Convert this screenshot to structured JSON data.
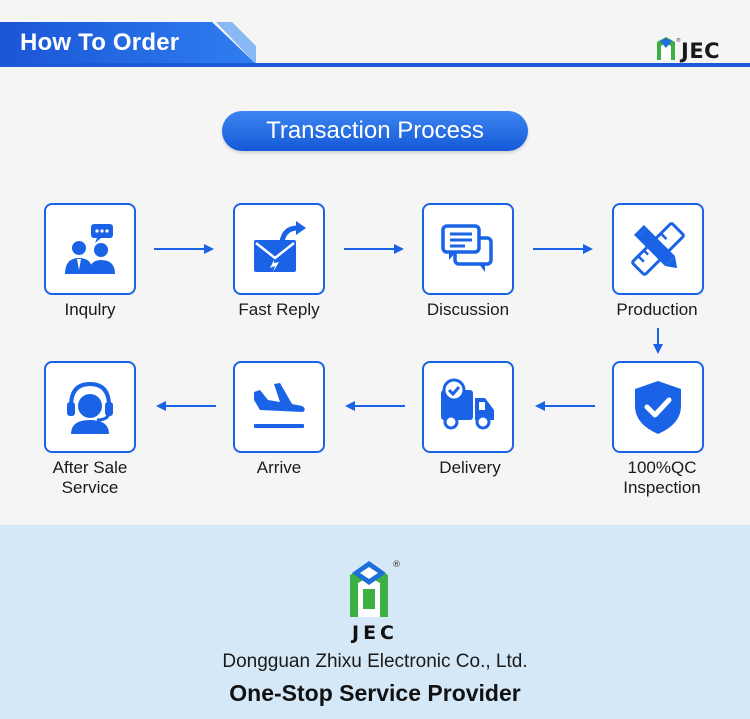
{
  "header": {
    "title": "How To Order",
    "brand": "JEC"
  },
  "section": {
    "title": "Transaction Process"
  },
  "steps": [
    {
      "label": "Inqulry",
      "icon": "chat-users-icon"
    },
    {
      "label": "Fast Reply",
      "icon": "envelope-reply-icon"
    },
    {
      "label": "Discussion",
      "icon": "chat-bubbles-icon"
    },
    {
      "label": "Production",
      "icon": "ruler-pencil-icon"
    },
    {
      "label": "100%QC\nInspection",
      "icon": "shield-check-icon"
    },
    {
      "label": "Delivery",
      "icon": "truck-check-icon"
    },
    {
      "label": "Arrive",
      "icon": "plane-landing-icon"
    },
    {
      "label": "After Sale\nService",
      "icon": "headset-agent-icon"
    }
  ],
  "footer": {
    "brand": "JEC",
    "company": "Dongguan Zhixu Electronic Co., Ltd.",
    "slogan": "One-Stop Service Provider"
  },
  "colors": {
    "accent": "#1a63e6",
    "footer_bg": "#d5e8f7",
    "logo_green": "#3cb043",
    "logo_blue": "#1e6fd9"
  }
}
